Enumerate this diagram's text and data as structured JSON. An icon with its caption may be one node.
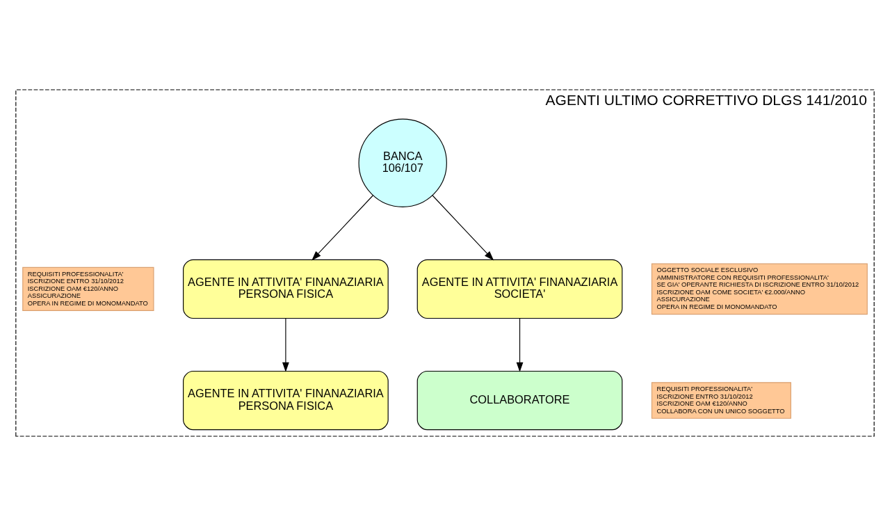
{
  "diagram": {
    "nodes": [
      {
        "text": [
          "AGENTI ULTIMO CORRETTIVO DLGS 141/2010"
        ]
      },
      {
        "text": [
          "BANCA 106/107"
        ],
        "in": 0
      },
      {
        "text": [
          "REQUISITI PROFESSIONALITA'",
          "ISCRIZIONE ENTRO 31/10/2012",
          "ISCRIZIONE OAM €120/ANNO",
          "ASSICURAZIONE",
          "OPERA IN REGIME DI MONOMANDATO"
        ],
        "in": 0
      },
      {
        "text": [
          "AGENTE IN ATTIVITA' FINANAZIARIA PERSONA FISICA"
        ],
        "in": 0
      },
      {
        "text": [
          "OGGETTO SOCIALE ESCLUSIVO",
          "AMMINISTRATORE CON REQUISITI PROFESSIONALITA'",
          "SE GIA' OPERANTE RICHIESTA DI ISCRIZIONE ENTRO 31/10/2012",
          "ISCRIZIONE OAM COME SOCIETA' €2.000/ANNO",
          "ASSICURAZIONE",
          "OPERA IN REGIME DI MONOMANDATO"
        ],
        "in": 0
      },
      {
        "text": [
          "AGENTE IN ATTIVITA' FINANAZIARIA SOCIETA'"
        ],
        "in": 0
      },
      {
        "text": [
          "AGENTE IN ATTIVITA' FINANAZIARIA PERSONA FISICA"
        ],
        "in": 0
      },
      {
        "text": [
          "COLLABORATORE"
        ],
        "in": 0
      },
      {
        "text": [
          "REQUISITI PROFESSIONALITA'",
          "ISCRIZIONE ENTRO 31/10/2012",
          "ISCRIZIONE OAM €120/ANNO",
          "COLLABORA CON UN UNICO SOGGETTO"
        ],
        "in": 0
      }
    ],
    "edges": [
      {
        "from": 1,
        "to": 3,
        "arrow": "to"
      },
      {
        "from": 1,
        "to": 5,
        "arrow": "to"
      },
      {
        "from": 3,
        "to": 6,
        "arrow": "to"
      },
      {
        "from": 5,
        "to": 7,
        "arrow": "to"
      }
    ]
  }
}
